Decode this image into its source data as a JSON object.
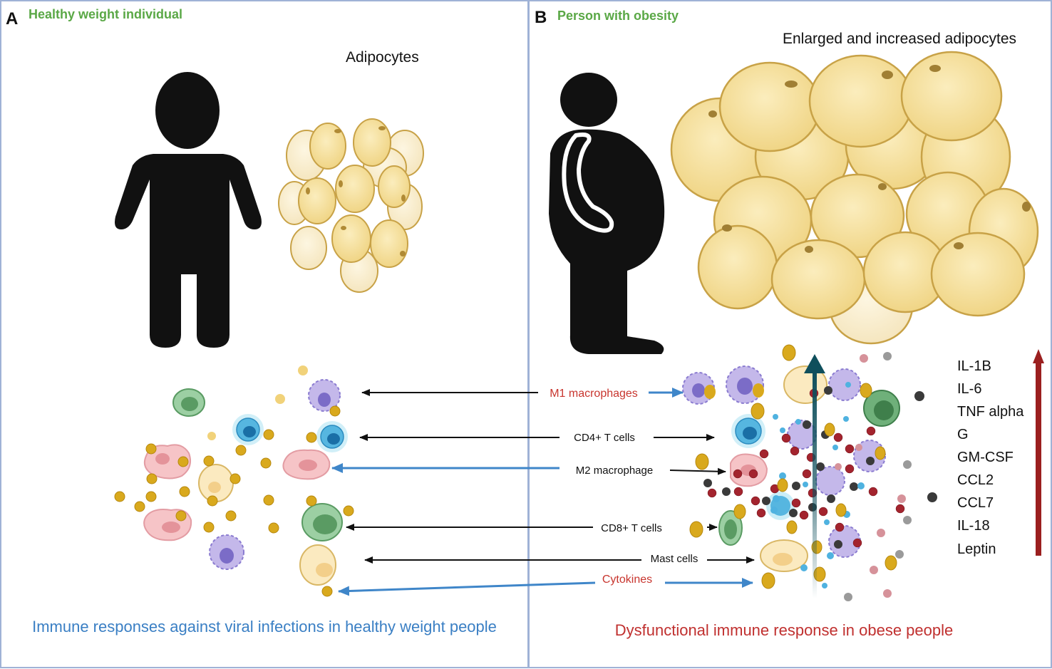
{
  "panel_a": {
    "letter": "A",
    "title": "Healthy weight individual",
    "adipocytes_label": "Adipocytes",
    "caption": "Immune responses against viral infections in healthy weight people"
  },
  "panel_b": {
    "letter": "B",
    "title": "Person with obesity",
    "adipocytes_label": "Enlarged and increased adipocytes",
    "caption": "Dysfunctional immune response in obese people",
    "cytokine_list": [
      "IL-1B",
      "IL-6",
      "TNF alpha",
      "G",
      "GM-CSF",
      "CCL2",
      "CCL7",
      "IL-18",
      "Leptin"
    ]
  },
  "cell_labels": {
    "m1": "M1 macrophages",
    "cd4": "CD4+ T cells",
    "m2": "M2 macrophage",
    "cd8": "CD8+ T cells",
    "mast": "Mast cells",
    "cytokines": "Cytokines"
  },
  "colors": {
    "green_title": "#5aa846",
    "blue_caption": "#3a7fc4",
    "red_caption": "#c0302f",
    "red_label": "#c8352e",
    "panel_border": "#9fb2d6",
    "silhouette": "#111111",
    "adipocyte_fill": "#f6e3a2",
    "adipocyte_edge": "#c8a247",
    "up_arrow": "#9b1f1f",
    "teal_arrow": "#0f4f5c",
    "blue_arrow": "#3f86c9"
  }
}
